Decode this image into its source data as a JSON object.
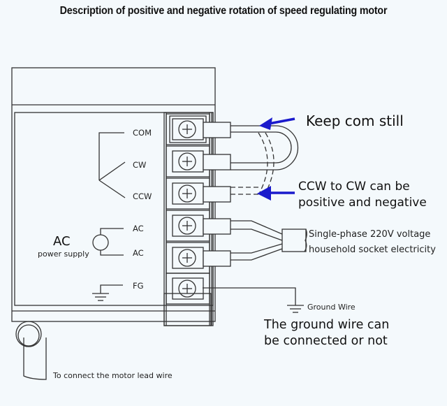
{
  "title": "Description of positive and negative rotation of speed regulating motor",
  "terminals": [
    {
      "label": "COM"
    },
    {
      "label": "CW"
    },
    {
      "label": "CCW"
    },
    {
      "label": "AC"
    },
    {
      "label": "AC"
    },
    {
      "label": "FG"
    }
  ],
  "power": {
    "heading": "AC",
    "subheading": "power supply"
  },
  "annotations": {
    "keep_com": "Keep com still",
    "ccw_line1": "CCW to CW can be",
    "ccw_line2": "positive and negative",
    "supply_line1": "Single-phase 220V voltage",
    "supply_line2": "household socket electricity",
    "ground_wire": "Ground Wire",
    "ground_note_line1": "The ground wire can",
    "ground_note_line2": "be connected or not",
    "motor_lead": "To connect the motor lead wire"
  },
  "colors": {
    "arrow": "#1a1acc",
    "line": "#333333",
    "background": "#f4f9fc"
  }
}
